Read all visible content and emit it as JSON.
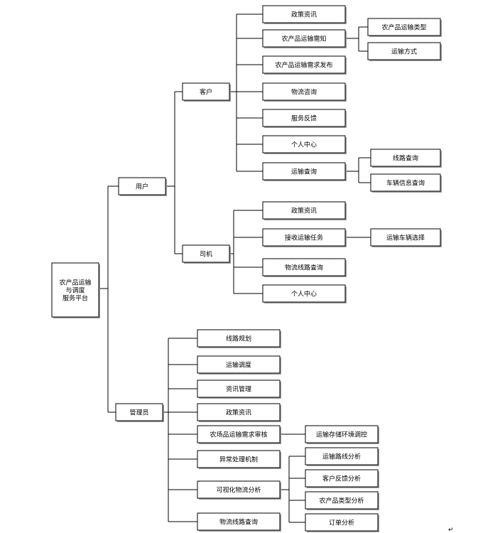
{
  "root": {
    "lines": [
      "农产品运输",
      "与调度",
      "服务平台"
    ]
  },
  "user": {
    "label": "用户",
    "customer": {
      "label": "客户",
      "items": [
        "政策资讯",
        "农产品运输需知",
        "农产品运输需求发布",
        "物流咨询",
        "服务反馈",
        "个人中心",
        "运输查询"
      ],
      "notice_children": [
        "农产品运输类型",
        "运输方式"
      ],
      "query_children": [
        "线路查询",
        "车辆信息查询"
      ]
    },
    "driver": {
      "label": "司机",
      "items": [
        "政策资讯",
        "接收运输任务",
        "物流线路查询",
        "个人中心"
      ],
      "task_children": [
        "运输车辆选择"
      ]
    }
  },
  "admin": {
    "label": "管理员",
    "items": [
      "线路规划",
      "运输调度",
      "资讯管理",
      "政策资讯",
      "农场品运输需求审核",
      "异常处理机制",
      "可视化物流分析",
      "物流线路查询"
    ],
    "audit_children": [
      "运输存储环境调控"
    ],
    "analysis_children": [
      "运输路线分析",
      "客户反馈分析",
      "农产品类型分析",
      "订单分析"
    ]
  },
  "end_mark": "↵"
}
